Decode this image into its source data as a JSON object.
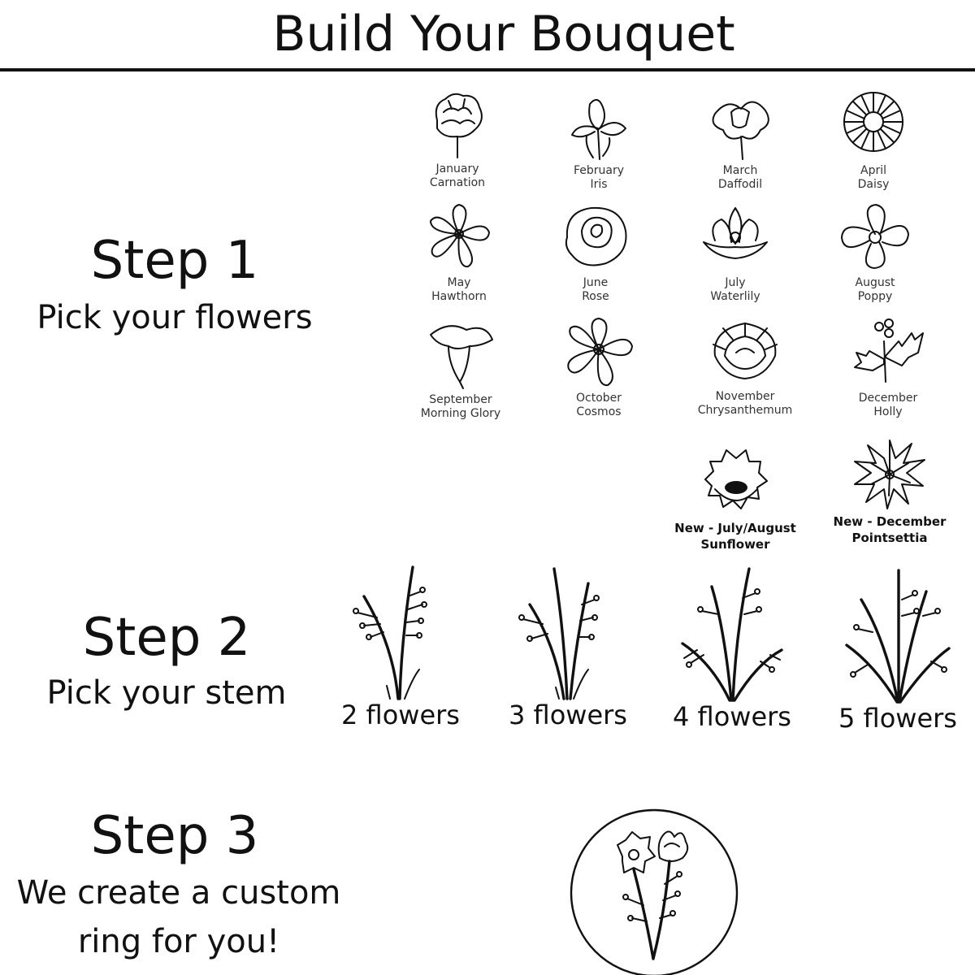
{
  "header": {
    "title": "Build Your Bouquet"
  },
  "step1": {
    "heading": "Step 1",
    "subtitle": "Pick your flowers",
    "flowers": [
      {
        "month": "January",
        "name": "Carnation",
        "icon": "carnation-icon"
      },
      {
        "month": "February",
        "name": "Iris",
        "icon": "iris-icon"
      },
      {
        "month": "March",
        "name": "Daffodil",
        "icon": "daffodil-icon"
      },
      {
        "month": "April",
        "name": "Daisy",
        "icon": "daisy-icon"
      },
      {
        "month": "May",
        "name": "Hawthorn",
        "icon": "hawthorn-icon"
      },
      {
        "month": "June",
        "name": "Rose",
        "icon": "rose-icon"
      },
      {
        "month": "July",
        "name": "Waterlily",
        "icon": "waterlily-icon"
      },
      {
        "month": "August",
        "name": "Poppy",
        "icon": "poppy-icon"
      },
      {
        "month": "September",
        "name": "Morning Glory",
        "icon": "morning-glory-icon"
      },
      {
        "month": "October",
        "name": "Cosmos",
        "icon": "cosmos-icon"
      },
      {
        "month": "November",
        "name": "Chrysanthemum",
        "icon": "chrysanthemum-icon"
      },
      {
        "month": "December",
        "name": "Holly",
        "icon": "holly-icon"
      },
      {
        "month": "New - July/August",
        "name": "Sunflower",
        "icon": "sunflower-icon"
      },
      {
        "month": "New - December",
        "name": "Pointsettia",
        "icon": "poinsettia-icon"
      }
    ]
  },
  "step2": {
    "heading": "Step 2",
    "subtitle": "Pick your stem",
    "stems": [
      {
        "label": "2 flowers",
        "icon": "stem-2-icon"
      },
      {
        "label": "3 flowers",
        "icon": "stem-3-icon"
      },
      {
        "label": "4 flowers",
        "icon": "stem-4-icon"
      },
      {
        "label": "5 flowers",
        "icon": "stem-5-icon"
      }
    ]
  },
  "step3": {
    "heading": "Step 3",
    "subtitle_line1": "We create a custom",
    "subtitle_line2": "ring for you!",
    "icon": "bouquet-ring-icon"
  }
}
